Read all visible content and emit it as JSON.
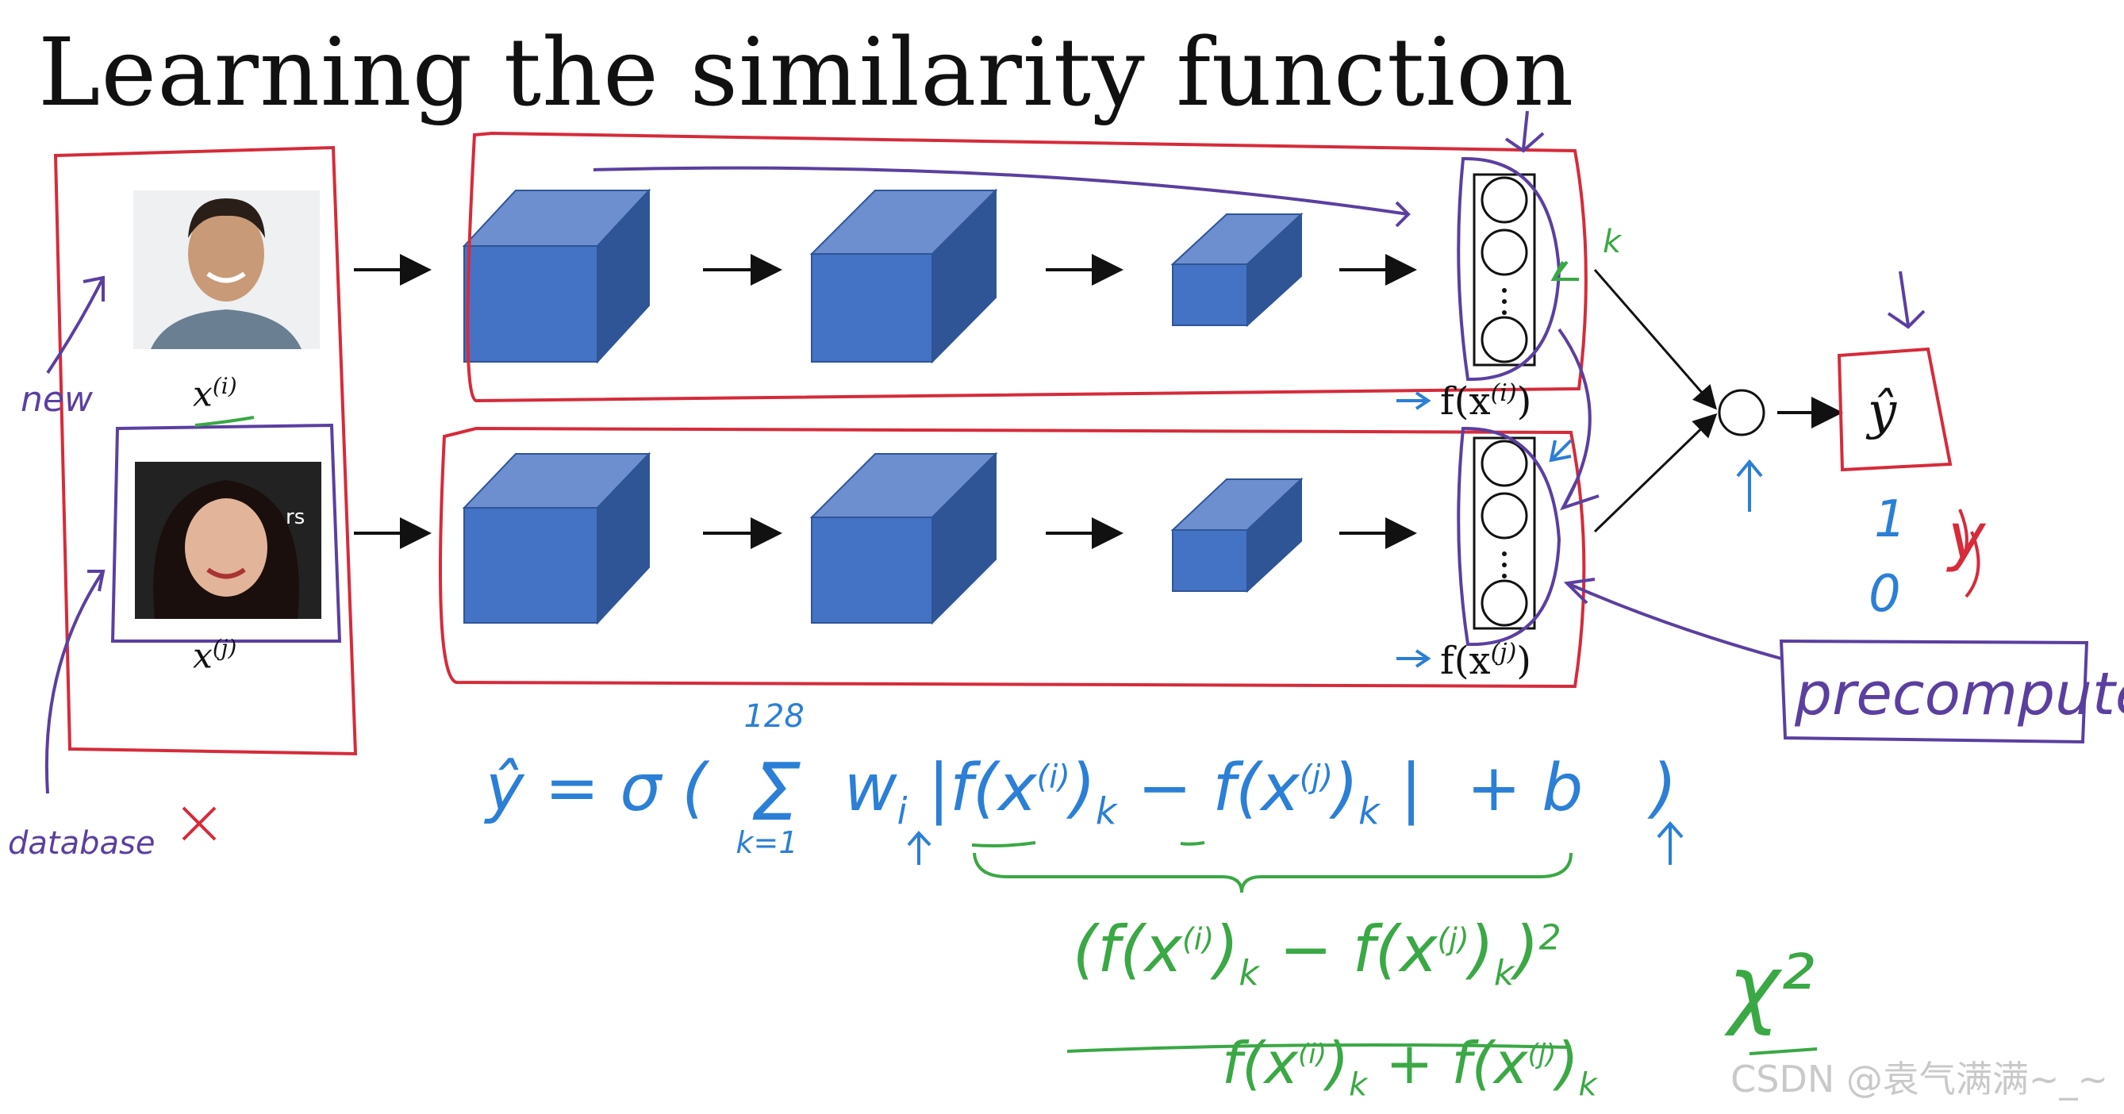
{
  "title": "Learning the similarity function",
  "inputs": [
    {
      "label": "x",
      "sup": "(i)"
    },
    {
      "label": "x",
      "sup": "(j)"
    }
  ],
  "encodings": [
    {
      "label": "f(x",
      "sup": "(i)",
      "close": ")"
    },
    {
      "label": "f(x",
      "sup": "(j)",
      "close": ")"
    }
  ],
  "output": {
    "label": "ŷ"
  },
  "annotations": {
    "new": "new",
    "database": "database",
    "cross": "×",
    "k": "k",
    "precompute": "precompute",
    "one": "1",
    "zero": "0",
    "y": "y",
    "chi_squared": "χ²"
  },
  "formula": {
    "lhs": "ŷ = σ (",
    "sum_top": "128",
    "sum_symbol": "Σ",
    "sum_bottom": "k=1",
    "weight": "w",
    "weight_sub": "i",
    "abs_term": "|f(x",
    "abs_term_sup": "(i)",
    "abs_term_mid": ")",
    "abs_term_sub": "k",
    "minus_term": "− f(x",
    "minus_term_sup": "(j)",
    "minus_term_mid": ")",
    "minus_term_sub": "k",
    "abs_close": "|",
    "bias": "+ b",
    "close": ")"
  },
  "chi_formula": {
    "numerator": "(f(x",
    "numerator_sup": "(i)",
    "numerator_mid": ")",
    "numerator_sub": "k",
    "numerator_minus": "− f(x",
    "numerator_sup2": "(j)",
    "numerator_mid2": ")",
    "numerator_sub2": "k",
    "numerator_close": ")",
    "numerator_power": "2",
    "denominator": "f(x",
    "denominator_sup": "(i)",
    "denominator_mid": ")",
    "denominator_sub": "k",
    "denominator_plus": "+ f(x",
    "denominator_sup2": "(j)",
    "denominator_mid2": ")",
    "denominator_sub2": "k"
  },
  "watermark": "CSDN @袁气满满~_~",
  "colors": {
    "cube_front": "#4472c4",
    "cube_top": "#6d8fd0",
    "cube_side": "#2f5597",
    "red_ink": "#d62b3a",
    "purple_ink": "#5b3fa0",
    "blue_ink": "#2b7fd6",
    "green_ink": "#3aa845",
    "black": "#111111"
  }
}
